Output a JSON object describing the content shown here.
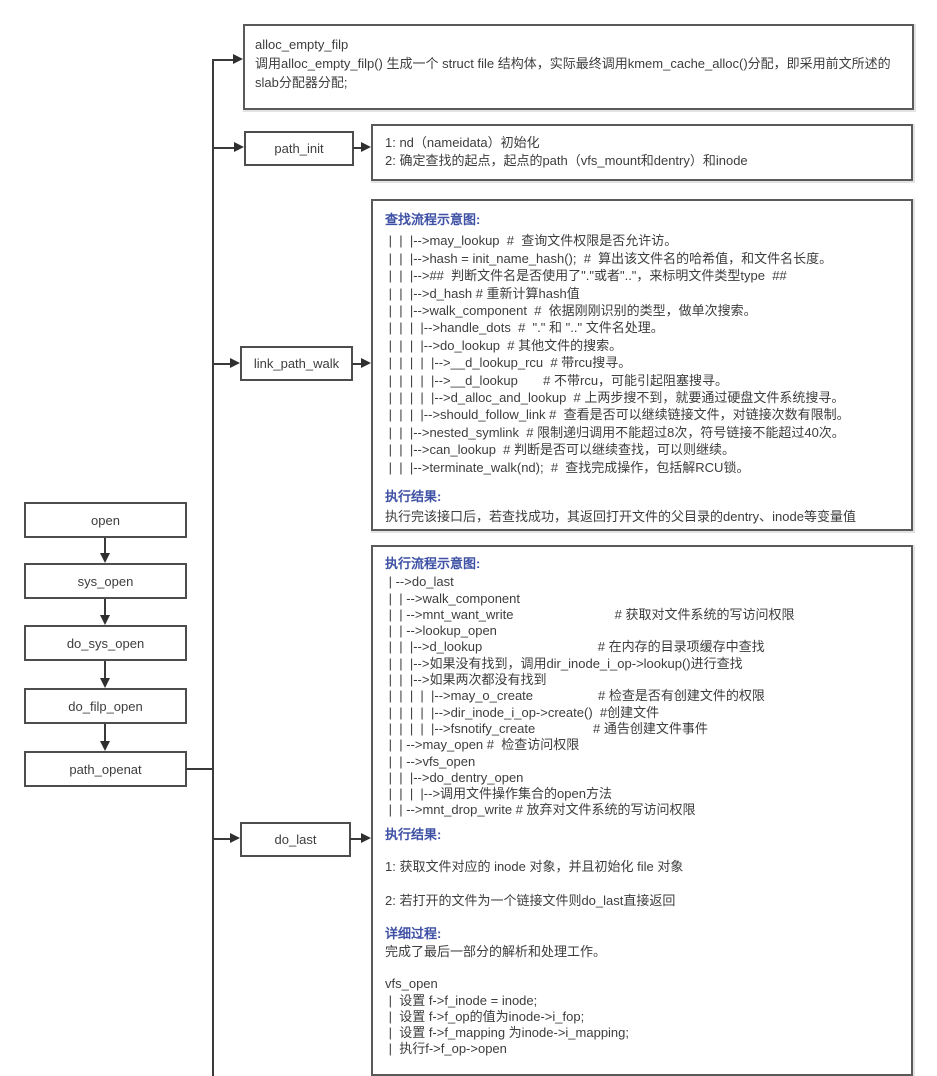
{
  "colors": {
    "heading_blue": "#3F51A5",
    "box_border": "#5A5A5A",
    "text": "#3D3D3D"
  },
  "left_flow": {
    "nodes": [
      "open",
      "sys_open",
      "do_sys_open",
      "do_filp_open",
      "path_openat"
    ]
  },
  "branch_nodes": {
    "path_init": "path_init",
    "link_path_walk": "link_path_walk",
    "do_last": "do_last"
  },
  "alloc_box": {
    "title": "alloc_empty_filp",
    "body": "调用alloc_empty_filp() 生成一个 struct file 结构体，实际最终调用kmem_cache_alloc()分配，即采用前文所述的slab分配器分配;"
  },
  "path_init_box": {
    "lines": [
      "1: nd（nameidata）初始化",
      "2: 确定查找的起点，起点的path（vfs_mount和dentry）和inode"
    ]
  },
  "link_walk_box": {
    "heading_flow": "查找流程示意图:",
    "tree": [
      " |  |  |-->may_lookup  #  查询文件权限是否允许访。",
      " |  |  |-->hash = init_name_hash();  #  算出该文件名的哈希值，和文件名长度。",
      " |  |  |-->##  判断文件名是否使用了\".\"或者\"..\"，来标明文件类型type  ##",
      " |  |  |-->d_hash # 重新计算hash值",
      " |  |  |-->walk_component  #  依据刚刚识别的类型，做单次搜索。",
      " |  |  |  |-->handle_dots  #  \".\" 和 \"..\" 文件名处理。",
      " |  |  |  |-->do_lookup  # 其他文件的搜索。",
      " |  |  |  |  |-->__d_lookup_rcu  # 带rcu搜寻。",
      " |  |  |  |  |-->__d_lookup       # 不带rcu，可能引起阻塞搜寻。",
      " |  |  |  |  |-->d_alloc_and_lookup  # 上两步搜不到，就要通过硬盘文件系统搜寻。",
      " |  |  |  |-->should_follow_link #  查看是否可以继续链接文件，对链接次数有限制。",
      " |  |  |-->nested_symlink  # 限制递归调用不能超过8次，符号链接不能超过40次。",
      " |  |  |-->can_lookup  # 判断是否可以继续查找，可以则继续。",
      " |  |  |-->terminate_walk(nd);  #  查找完成操作，包括解RCU锁。"
    ],
    "heading_result": "执行结果:",
    "result": "执行完该接口后，若查找成功，其返回打开文件的父目录的dentry、inode等变量值"
  },
  "do_last_box": {
    "heading_flow": "执行流程示意图:",
    "tree": [
      " | -->do_last",
      " |  | -->walk_component",
      " |  | -->mnt_want_write                            # 获取对文件系统的写访问权限",
      " |  | -->lookup_open",
      " |  |  |-->d_lookup                                # 在内存的目录项缓存中查找",
      " |  |  |-->如果没有找到，调用dir_inode_i_op->lookup()进行查找",
      " |  |  |-->如果两次都没有找到",
      " |  |  |  |  |-->may_o_create                  # 检查是否有创建文件的权限",
      " |  |  |  |  |-->dir_inode_i_op->create()  #创建文件",
      " |  |  |  |  |-->fsnotify_create                # 通告创建文件事件",
      " |  | -->may_open #  检查访问权限",
      " |  | -->vfs_open",
      " |  |  |-->do_dentry_open",
      " |  |  |  |-->调用文件操作集合的open方法",
      " |  | -->mnt_drop_write # 放弃对文件系统的写访问权限"
    ],
    "heading_result": "执行结果:",
    "result1": "1: 获取文件对应的 inode 对象，并且初始化 file 对象",
    "result2": "2: 若打开的文件为一个链接文件则do_last直接返回",
    "heading_detail": "详细过程:",
    "detail": "完成了最后一部分的解析和处理工作。",
    "vfs_tree": [
      "vfs_open",
      " |  设置 f->f_inode = inode;",
      " |  设置 f->f_op的值为inode->i_fop;",
      " |  设置 f->f_mapping 为inode->i_mapping;",
      " |  执行f->f_op->open"
    ]
  }
}
